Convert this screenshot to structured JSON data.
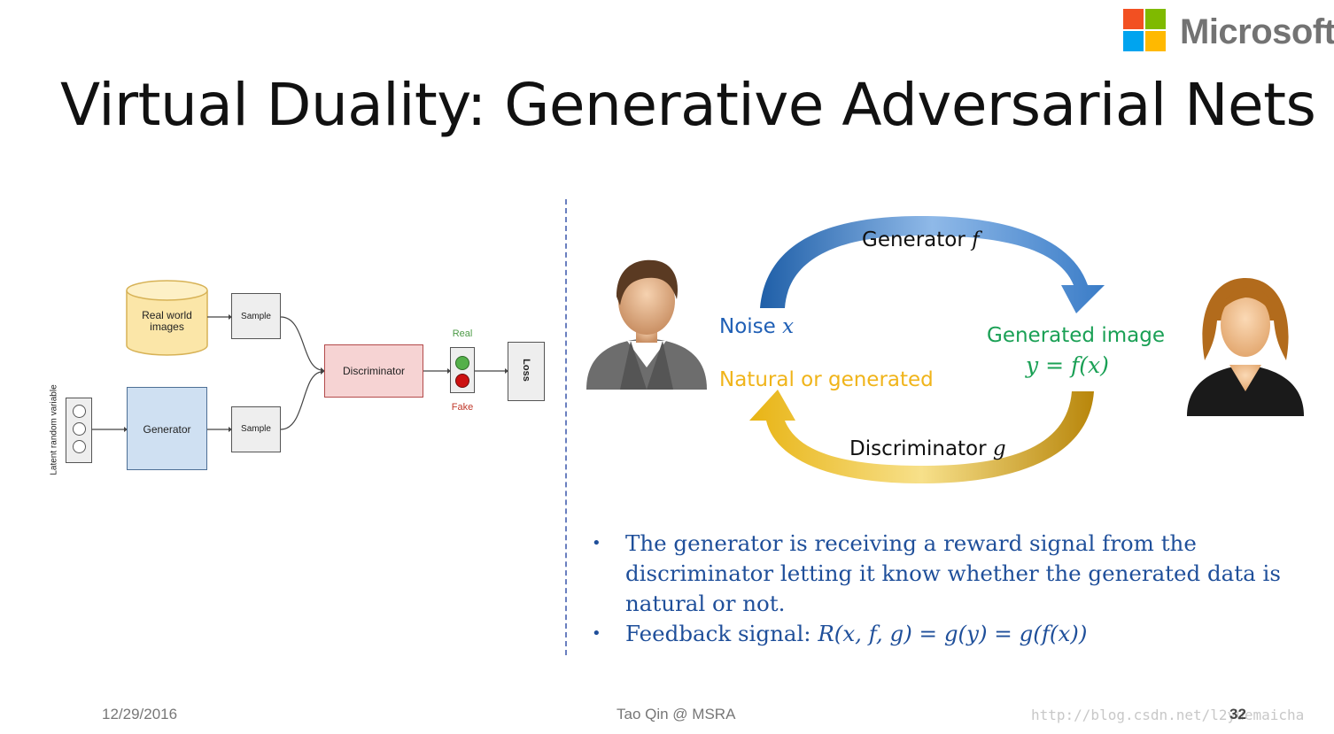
{
  "logo": {
    "text": "Microsoft",
    "colors": [
      "#f25022",
      "#7fba00",
      "#00a4ef",
      "#ffb900"
    ]
  },
  "title": "Virtual Duality: Generative Adversarial Nets",
  "left_diagram": {
    "database_label": "Real world images",
    "generator_label": "Generator",
    "sample_top_label": "Sample",
    "sample_bottom_label": "Sample",
    "discriminator_label": "Discriminator",
    "latent_label": "Latent random variable",
    "real_label": "Real",
    "fake_label": "Fake",
    "loss_label": "Loss"
  },
  "right_diagram": {
    "generator_text": "Generator",
    "generator_var": "f",
    "noise_text": "Noise",
    "noise_var": "x",
    "generated_image_text": "Generated image",
    "generated_image_eq": "y = f(x)",
    "natural_text": "Natural or generated",
    "discriminator_text": "Discriminator",
    "discriminator_var": "g",
    "colors": {
      "blue_arrow": "#3a7cc7",
      "yellow_arrow": "#e8b414",
      "noise": "#1f5fb5",
      "generated": "#1aa055",
      "natural": "#f0b41a"
    }
  },
  "bullets": [
    {
      "text": "The generator is receiving a reward signal from the discriminator letting it know whether the generated data is natural or not."
    },
    {
      "prefix": "Feedback signal: ",
      "equation": "R(x, f, g) = g(y) = g(f(x))"
    }
  ],
  "footer": {
    "date": "12/29/2016",
    "author": "Tao Qin @ MSRA",
    "page": "32",
    "watermark": "http://blog.csdn.net/l2yuemaicha"
  }
}
